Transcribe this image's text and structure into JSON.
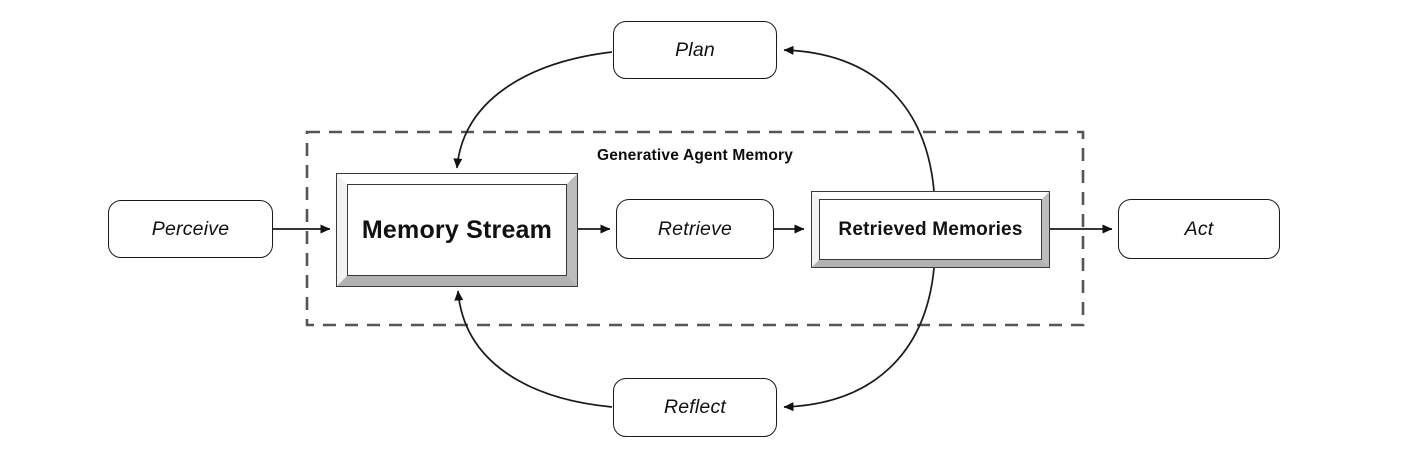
{
  "diagram": {
    "container": {
      "title": "Generative Agent Memory",
      "border_style": "dashed"
    },
    "nodes": {
      "perceive": {
        "label": "Perceive",
        "shape": "rounded"
      },
      "memory_stream": {
        "label": "Memory Stream",
        "shape": "framed-3d"
      },
      "retrieve": {
        "label": "Retrieve",
        "shape": "rounded"
      },
      "retrieved_memories": {
        "label": "Retrieved Memories",
        "shape": "framed-3d"
      },
      "act": {
        "label": "Act",
        "shape": "rounded"
      },
      "plan": {
        "label": "Plan",
        "shape": "rounded"
      },
      "reflect": {
        "label": "Reflect",
        "shape": "rounded"
      }
    },
    "edges": [
      {
        "from": "Perceive",
        "to": "Memory Stream",
        "style": "straight"
      },
      {
        "from": "Memory Stream",
        "to": "Retrieve",
        "style": "straight"
      },
      {
        "from": "Retrieve",
        "to": "Retrieved Memories",
        "style": "straight"
      },
      {
        "from": "Retrieved Memories",
        "to": "Act",
        "style": "straight"
      },
      {
        "from": "Plan",
        "to": "Memory Stream",
        "style": "curved"
      },
      {
        "from": "Retrieved Memories",
        "to": "Plan",
        "style": "curved"
      },
      {
        "from": "Reflect",
        "to": "Memory Stream",
        "style": "curved"
      },
      {
        "from": "Retrieved Memories",
        "to": "Reflect",
        "style": "curved"
      }
    ],
    "colors": {
      "background": "#ffffff",
      "arrow": "#1a1a1a",
      "dashed_border": "#555555",
      "box_border": "#1a1a1a",
      "bevel_light": "#f2f2f2",
      "bevel_shadow": "#b5b5b5",
      "text": "#111111"
    }
  }
}
